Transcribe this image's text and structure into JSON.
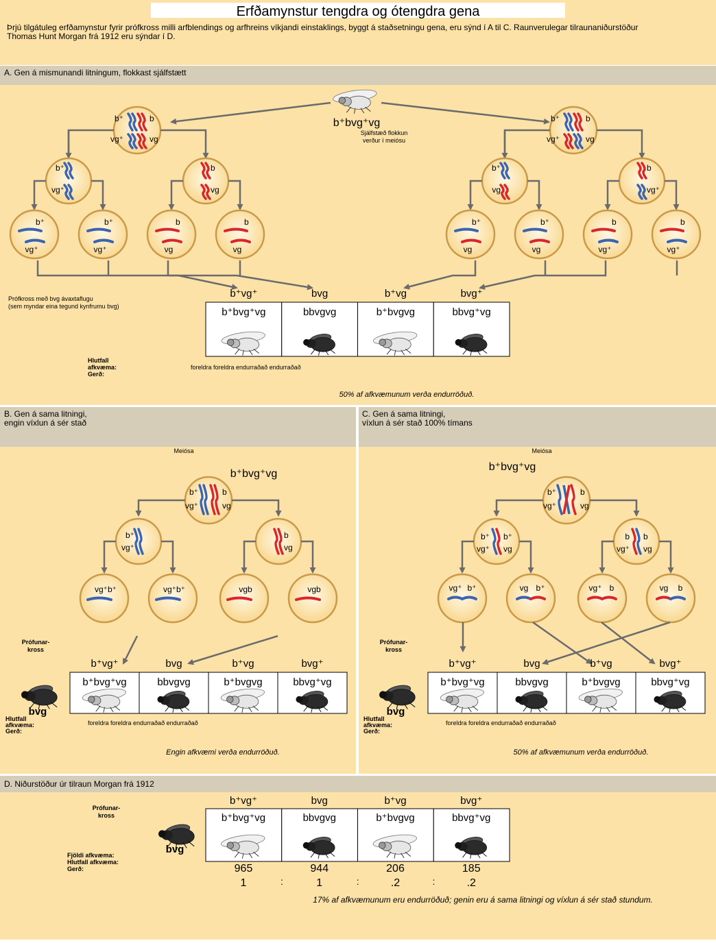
{
  "title": "Erfðamynstur tengdra og ótengdra gena",
  "intro": [
    "Þrjú tilgátuleg erfðamynstur fyrir prófkross milli arfblendings og arfhreins víkjandi einstaklings, byggt á staðsetningu gena, eru sýnd í A til C. Raunverulegar tilraunaniðurstöður",
    "Thomas Hunt Morgan frá 1912 eru sýndar í D."
  ],
  "panel_a": {
    "heading": "A. Gen á mismunandi litningum, flokkast sjálfstætt",
    "parent_genotype": "b⁺bvg⁺vg",
    "independent_note": [
      "Sjálfstæð flokkun",
      "verður í meiósu"
    ],
    "testcross_note": [
      "Prófkross með bvg ávaxtaflugu",
      "(sem myndar eina tegund kynfrumu bvg)"
    ],
    "gametes": [
      "b⁺vg⁺",
      "bvg",
      "b⁺vg",
      "bvg⁺"
    ],
    "offspring": [
      "b⁺bvg⁺vg",
      "bbvgvg",
      "b⁺bvgvg",
      "bbvg⁺vg"
    ],
    "row_labels": [
      "Hlutfall",
      "afkvæma:",
      "Gerð:"
    ],
    "types": "foreldra foreldra endurraðað endurraðað",
    "conclusion": "50% af afkvæmunum verða endurröðuð."
  },
  "panel_b": {
    "heading": [
      "B. Gen á sama litningi,",
      "engin víxlun á sér stað"
    ],
    "meiosis": "Meiósa",
    "parent_genotype": "b⁺bvg⁺vg",
    "testcross_label": [
      "Prófunar-",
      "kross"
    ],
    "fly_label": "bvg",
    "gametes": [
      "b⁺vg⁺",
      "bvg",
      "b⁺vg",
      "bvg⁺"
    ],
    "offspring": [
      "b⁺bvg⁺vg",
      "bbvgvg",
      "b⁺bvgvg",
      "bbvg⁺vg"
    ],
    "row_labels": [
      "Hlutfall",
      "afkvæma:",
      "Gerð:"
    ],
    "types": "foreldra foreldra endurraðað endurraðað",
    "conclusion": "Engin afkvæmi verða endurröðuð."
  },
  "panel_c": {
    "heading": [
      "C. Gen á sama litningi,",
      "víxlun á sér stað 100% tímans"
    ],
    "meiosis": "Meiósa",
    "parent_genotype": "b⁺bvg⁺vg",
    "testcross_label": [
      "Prófunar-",
      "kross"
    ],
    "fly_label": "bvg",
    "gametes": [
      "b⁺vg⁺",
      "bvg",
      "b⁺vg",
      "bvg⁺"
    ],
    "offspring": [
      "b⁺bvg⁺vg",
      "bbvgvg",
      "b⁺bvgvg",
      "bbvg⁺vg"
    ],
    "row_labels": [
      "Hlutfall",
      "afkvæma:",
      "Gerð:"
    ],
    "types": "foreldra foreldra endurraðað endurraðað",
    "conclusion": "50% af afkvæmunum verða endurröðuð."
  },
  "panel_d": {
    "heading": "D. Niðurstöður úr tilraun Morgan frá 1912",
    "testcross_label": [
      "Prófunar-",
      "kross"
    ],
    "fly_label": "bvg",
    "gametes": [
      "b⁺vg⁺",
      "bvg",
      "b⁺vg",
      "bvg⁺"
    ],
    "offspring": [
      "b⁺bvg⁺vg",
      "bbvgvg",
      "b⁺bvgvg",
      "bbvg⁺vg"
    ],
    "row_labels": [
      "Fjöldi afkvæma:",
      "Hlutfall afkvæma:",
      "Gerð:"
    ],
    "counts": [
      "965",
      "944",
      "206",
      "185"
    ],
    "ratios": [
      "1",
      "1",
      ".2",
      ".2"
    ],
    "separator": ":",
    "conclusion": "17% af afkvæmunum eru endurröðuð; genin eru á sama litningi og víxlun á sér stað stundum."
  },
  "allele_labels": {
    "b_plus": "b⁺",
    "b": "b",
    "vg_plus": "vg⁺",
    "vg": "vg",
    "vgb": "vgb",
    "vg_plus_b_plus": "vg⁺b⁺"
  },
  "colors": {
    "panel_bg": "#fde2a8",
    "header_bg": "#d6cdb9",
    "chrom_blue": "#3a64b0",
    "chrom_red": "#d8262c",
    "arrow": "#6b6b6b",
    "cell_border": "#c99a4a",
    "cell_fill": "#fdecc4"
  },
  "icons": [
    "fruit-fly-icon"
  ]
}
